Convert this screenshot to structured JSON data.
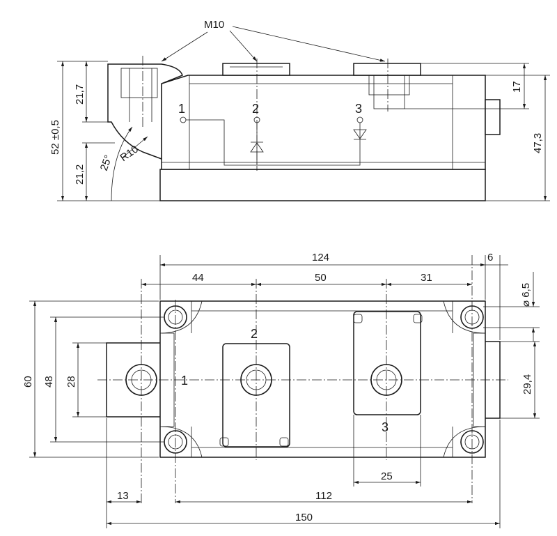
{
  "side_view": {
    "thread_label": "M10",
    "dim_overall_height": "52 ±0,5",
    "dim_top": "21,7",
    "dim_bottom": "21,2",
    "dim_angle": "25°",
    "dim_radius": "R10",
    "dim_stud_height": "17",
    "dim_body_height": "47,3",
    "terminals": [
      "1",
      "2",
      "3"
    ]
  },
  "top_view": {
    "dim_mount_span": "124",
    "dim_right_offset": "6",
    "dim_seg_1": "44",
    "dim_seg_2": "50",
    "dim_seg_3": "31",
    "dim_hole_dia": "⌀ 6,5",
    "dim_width_outer": "60",
    "dim_width_holes": "48",
    "dim_tab_width": "28",
    "dim_right_width": "29,4",
    "dim_pad_width": "25",
    "dim_tab_offset": "13",
    "dim_hole_spacing": "112",
    "dim_total_length": "150",
    "terminal_labels": [
      "1",
      "2",
      "3"
    ]
  }
}
